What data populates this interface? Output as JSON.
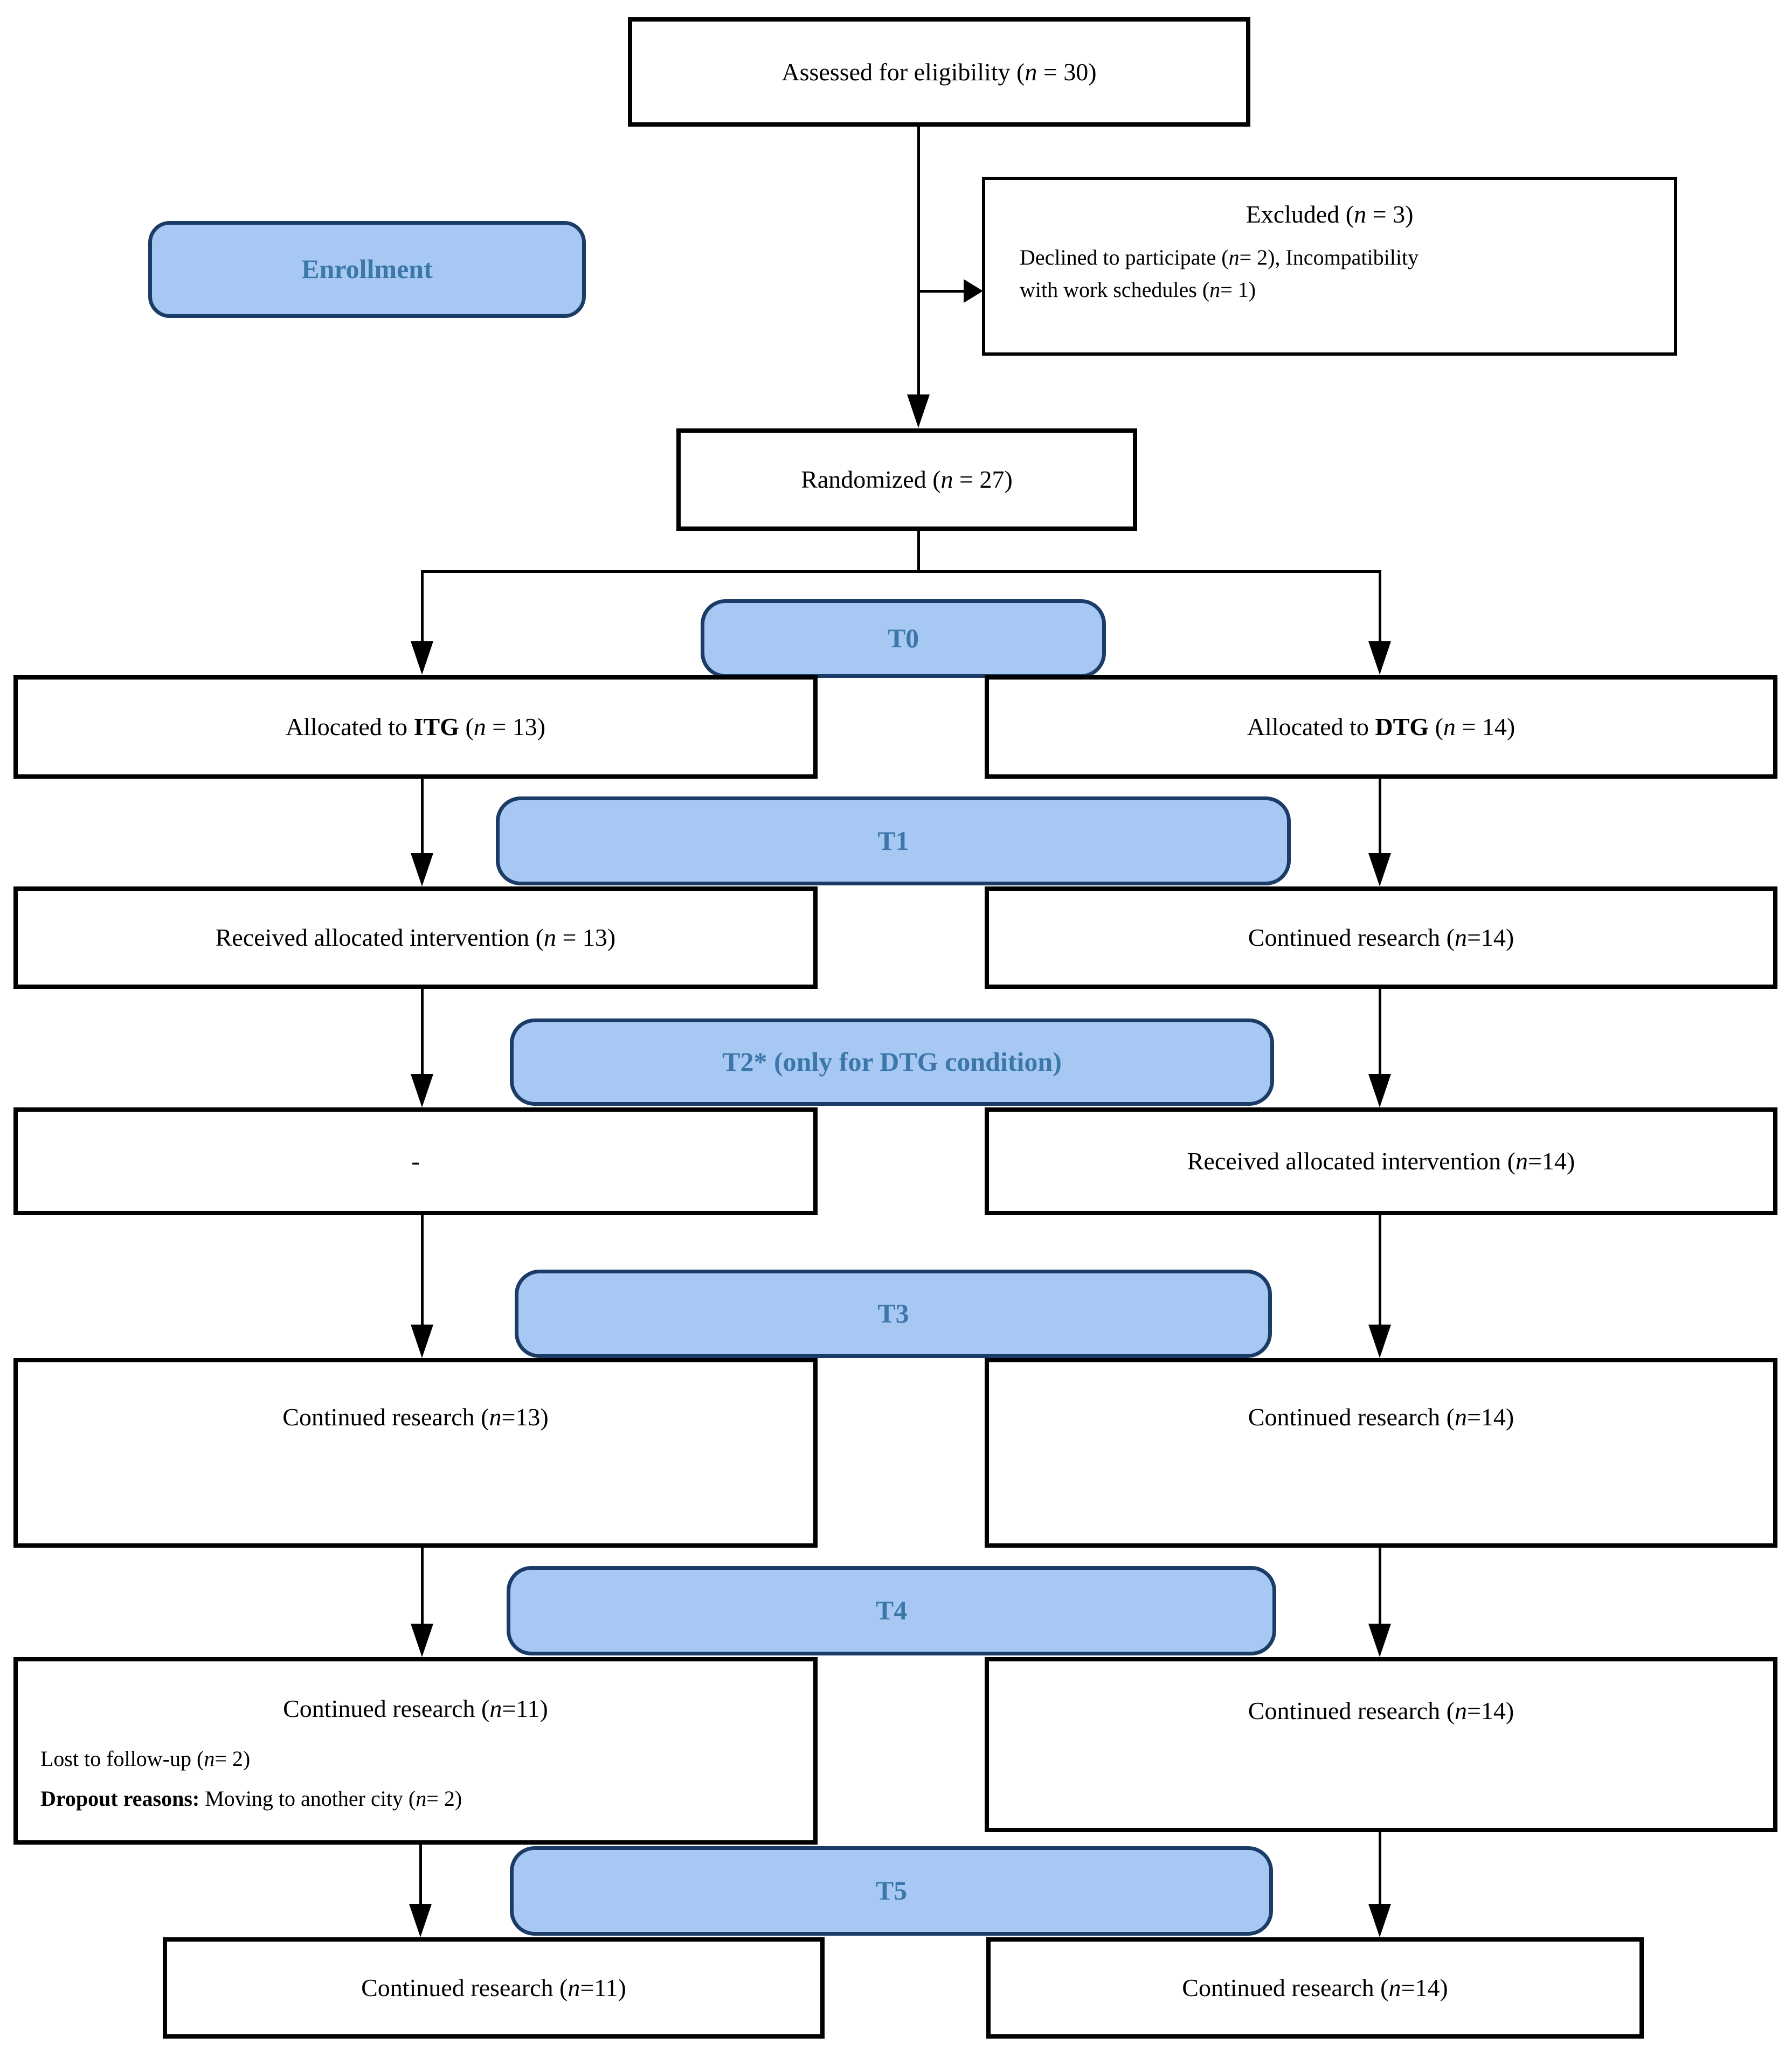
{
  "flowchart": {
    "assessed_box": "Assessed for eligibility (*n* = 30)",
    "excluded_box": {
      "title": "Excluded (*n* = 3)",
      "reason_line1": "Declined to participate (*n*= 2), Incompatibility",
      "reason_line2": "with work schedules (*n*= 1)"
    },
    "enrollment_label": "Enrollment",
    "randomized_box": "Randomized (*n* = 27)",
    "timepoint_pills": {
      "t0": "T0",
      "t1": "T1",
      "t2": "T2* (only for DTG condition)",
      "t3": "T3",
      "t4": "T4",
      "t5": "T5"
    },
    "itg_column": {
      "allocated": "Allocated to **ITG** (*n* = 13)",
      "t1": "Received allocated intervention (*n* = 13)",
      "t2": "-",
      "t3": "Continued research (*n*=13)",
      "t4_main": "Continued research (*n*=11)",
      "t4_lost": "Lost to follow-up (*n*= 2)",
      "t4_dropout": "**Dropout reasons:** Moving to another city (*n*= 2)",
      "t5": "Continued research (*n*=11)"
    },
    "dtg_column": {
      "allocated": "Allocated to **DTG** (*n* = 14)",
      "t1": "Continued research (*n*=14)",
      "t2": "Received allocated intervention (*n*=14)",
      "t3": "Continued research (*n*=14)",
      "t4": "Continued research (*n*=14)",
      "t5": "Continued research (*n*=14)"
    },
    "colors": {
      "pill_fill": "#A7C8F2",
      "pill_border": "#1A3C66",
      "pill_text": "#3B77A9",
      "line_color": "#000000"
    }
  }
}
